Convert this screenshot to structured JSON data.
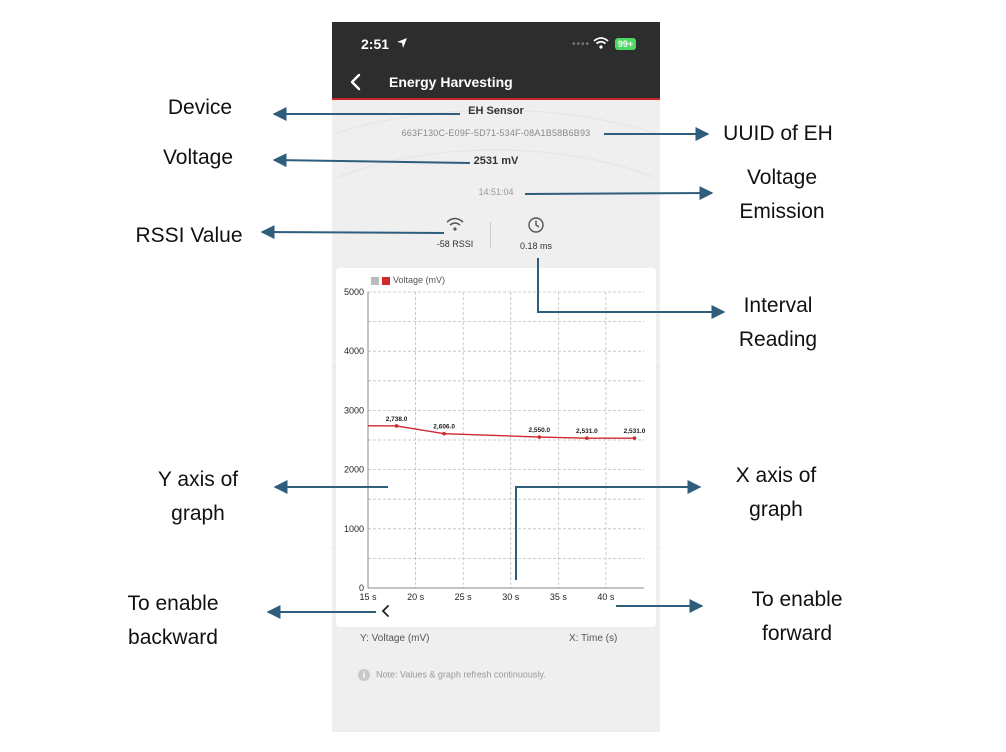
{
  "status_bar": {
    "time": "2:51",
    "battery": "99+"
  },
  "nav": {
    "title": "Energy Harvesting"
  },
  "sensor": {
    "name": "EH Sensor",
    "uuid": "663F130C-E09F-5D71-534F-08A1B58B6B93",
    "voltage": "2531 mV",
    "timestamp": "14:51:04",
    "rssi": "-58 RSSI",
    "interval": "0.18 ms"
  },
  "chart_data": {
    "type": "line",
    "legend": [
      "Voltage (mV)"
    ],
    "series": [
      {
        "name": "Voltage (mV)",
        "color": "#d0282e",
        "x": [
          18,
          23,
          33,
          38,
          43
        ],
        "values": [
          2738.0,
          2606.0,
          2550.0,
          2531.0,
          2531.0
        ],
        "labels": [
          "2,738.0",
          "2,606.0",
          "2,550.0",
          "2,531.0",
          "2,531.0"
        ]
      }
    ],
    "line_start": {
      "x": 15,
      "y": 2740
    },
    "x_ticks": [
      15,
      20,
      25,
      30,
      35,
      40
    ],
    "x_tick_labels": [
      "15 s",
      "20 s",
      "25 s",
      "30 s",
      "35 s",
      "40 s"
    ],
    "y_ticks": [
      0,
      1000,
      2000,
      3000,
      4000,
      5000
    ],
    "y_tick_labels": [
      "0",
      "1000",
      "2000",
      "3000",
      "4000",
      "5000"
    ],
    "xlim": [
      15,
      44
    ],
    "ylim": [
      0,
      5000
    ],
    "grid": true,
    "legend_position": "top-left"
  },
  "chart_captions": {
    "y": "Y: Voltage (mV)",
    "x": "X: Time (s)"
  },
  "note": "Note: Values & graph refresh continuously.",
  "annotations": {
    "device": "Device",
    "uuid": "UUID of EH",
    "voltage": "Voltage",
    "voltage_emission_1": "Voltage",
    "voltage_emission_2": "Emission",
    "rssi": "RSSI Value",
    "interval_1": "Interval",
    "interval_2": "Reading",
    "y_axis_1": "Y axis of",
    "y_axis_2": "graph",
    "x_axis_1": "X axis of",
    "x_axis_2": "graph",
    "backward_1": "To enable",
    "backward_2": "backward",
    "forward_1": "To enable",
    "forward_2": "forward"
  }
}
